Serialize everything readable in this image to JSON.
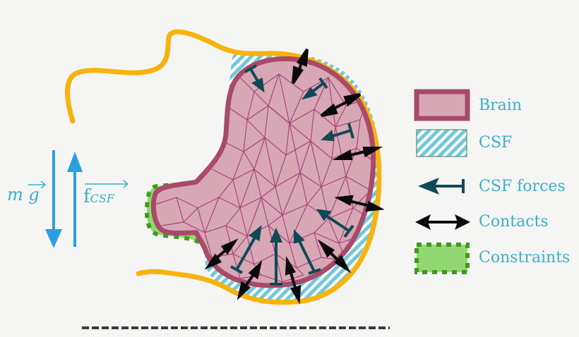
{
  "colors": {
    "background": "#f5f5f4",
    "brain_fill": "#d8a7b5",
    "brain_border": "#a84a6a",
    "mesh_line": "#a8447a",
    "csf_stripe": "#72c8d8",
    "skull": "#f7b30d",
    "csf_force": "#0e4a55",
    "contact": "#0a0a0a",
    "constraint_fill": "#92d870",
    "constraint_border": "#3f9a1c",
    "gravity_arrow": "#2b9fdc",
    "label": "#3ab0c6",
    "ground": "#3b3b3b"
  },
  "forces": {
    "gravity_label": "m g",
    "gravity_m": "m",
    "gravity_g": "g",
    "csf_label_main": "f",
    "csf_label_sub": "CSF"
  },
  "legend": {
    "items": [
      {
        "id": "brain",
        "label": "Brain",
        "icon": "brain-swatch-icon"
      },
      {
        "id": "csf",
        "label": "CSF",
        "icon": "csf-hatch-icon"
      },
      {
        "id": "csf_forces",
        "label": "CSF forces",
        "icon": "csf-force-arrow-icon"
      },
      {
        "id": "contacts",
        "label": "Contacts",
        "icon": "double-arrow-icon"
      },
      {
        "id": "constraints",
        "label": "Constraints",
        "icon": "constraint-swatch-icon"
      }
    ]
  }
}
